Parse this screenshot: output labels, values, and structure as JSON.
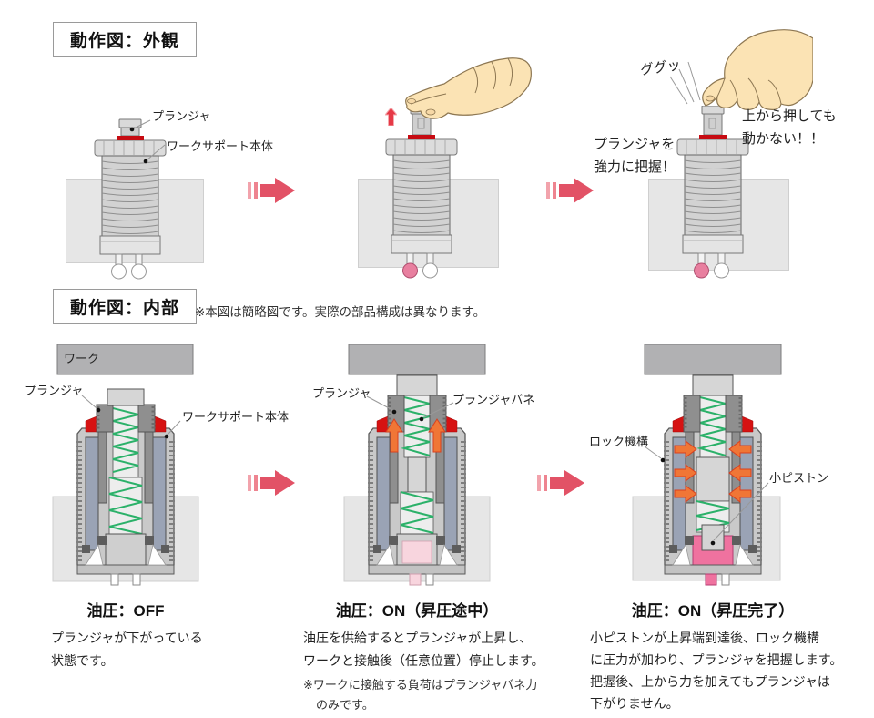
{
  "external": {
    "title": "動作図：外観",
    "scene1": {
      "plunger_label": "プランジャ",
      "body_label": "ワークサポート本体"
    },
    "scene3": {
      "sfx": "ググッ",
      "push_note": [
        "上から押しても",
        "動かない！！"
      ],
      "grip_note": [
        "プランジャを",
        "強力に把握！"
      ]
    }
  },
  "internal": {
    "title": "動作図：内部",
    "note": "※本図は簡略図です。実際の部品構成は異なります。",
    "d1": {
      "work_label": "ワーク",
      "plunger_label": "プランジャ",
      "body_label": "ワークサポート本体",
      "heading": "油圧：OFF",
      "desc": [
        "プランジャが下がっている",
        "状態です。"
      ]
    },
    "d2": {
      "plunger_label": "プランジャ",
      "spring_label": "プランジャバネ",
      "heading": "油圧：ON（昇圧途中）",
      "desc": [
        "油圧を供給するとプランジャが上昇し、",
        "ワークと接触後（任意位置）停止します。"
      ],
      "note": [
        "※ワークに接触する負荷はプランジャバネ力",
        "のみです。"
      ]
    },
    "d3": {
      "lock_label": "ロック機構",
      "piston_label": "小ピストン",
      "heading": "油圧：ON（昇圧完了）",
      "desc": [
        "小ピストンが上昇端到達後、ロック機構",
        "に圧力が加わり、プランジャを把握します。",
        "把握後、上から力を加えてもプランジャは",
        "下がりません。"
      ]
    }
  },
  "colors": {
    "flow_arrow_red": "#e25266",
    "spring_green": "#2bb169",
    "hydraulic_light_pink": "#f8d5de",
    "hydraulic_full_pink": "#ef729f",
    "lock_arrow_orange": "#f07636",
    "seal_red": "#d61212",
    "skin": "#fbe3b4"
  }
}
